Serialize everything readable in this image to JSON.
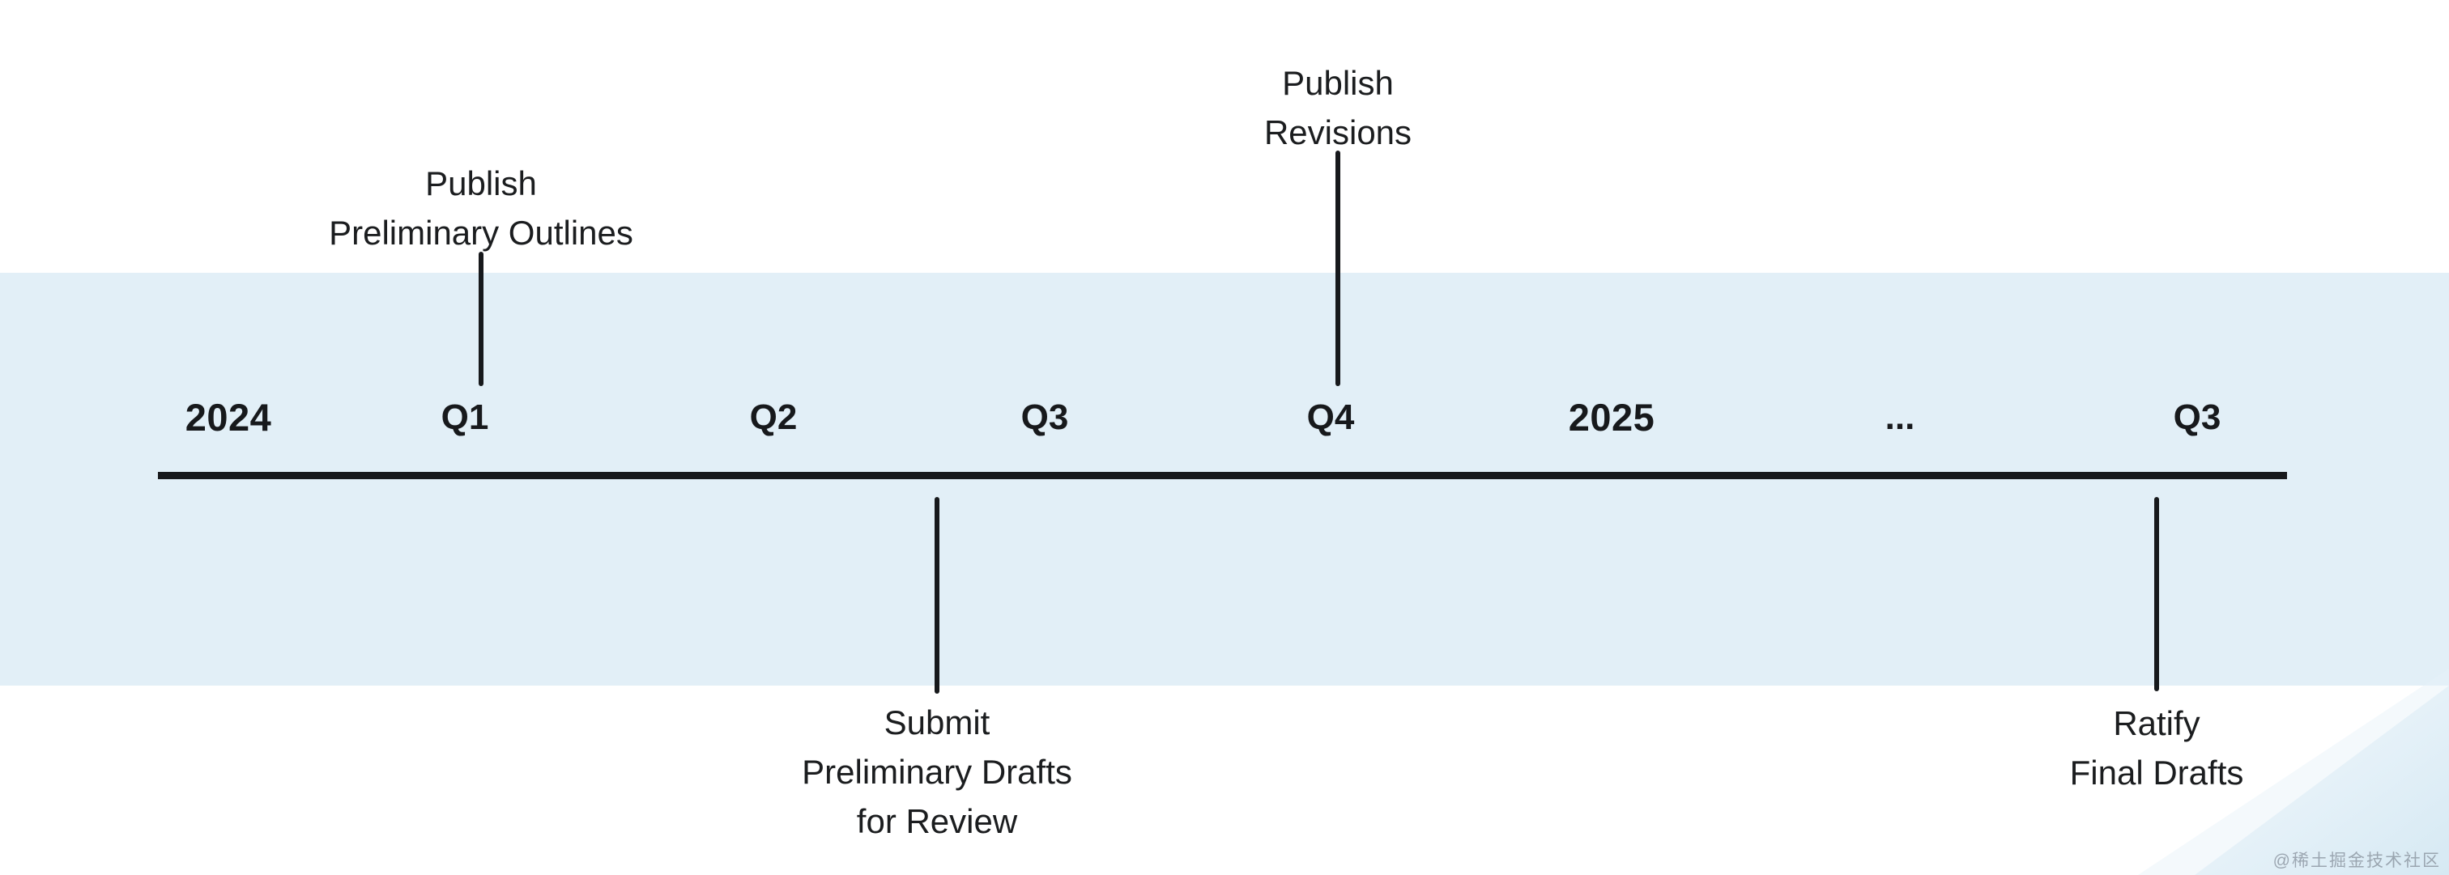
{
  "timeline": {
    "axis_labels": [
      {
        "label": "2024",
        "kind": "year"
      },
      {
        "label": "Q1",
        "kind": "quarter"
      },
      {
        "label": "Q2",
        "kind": "quarter"
      },
      {
        "label": "Q3",
        "kind": "quarter"
      },
      {
        "label": "Q4",
        "kind": "quarter"
      },
      {
        "label": "2025",
        "kind": "year"
      },
      {
        "label": "...",
        "kind": "ellipsis"
      },
      {
        "label": "Q3",
        "kind": "quarter"
      }
    ],
    "milestones": [
      {
        "id": "publish-preliminary-outlines",
        "side": "above",
        "lines": [
          "Publish",
          "Preliminary Outlines"
        ]
      },
      {
        "id": "publish-revisions",
        "side": "above",
        "lines": [
          "Publish",
          "Revisions"
        ]
      },
      {
        "id": "submit-preliminary-drafts-for-review",
        "side": "below",
        "lines": [
          "Submit",
          "Preliminary Drafts",
          "for Review"
        ]
      },
      {
        "id": "ratify-final-drafts",
        "side": "below",
        "lines": [
          "Ratify",
          "Final Drafts"
        ]
      }
    ]
  },
  "watermark": {
    "text": "@稀土掘金技术社区"
  },
  "colors": {
    "background": "#ffffff",
    "band": "#e2eff7",
    "ink": "#17191c",
    "watermark_text": "#8b95a0",
    "corner_gradient_from": "#fdfeff",
    "corner_gradient_to": "#d6e9f3"
  }
}
